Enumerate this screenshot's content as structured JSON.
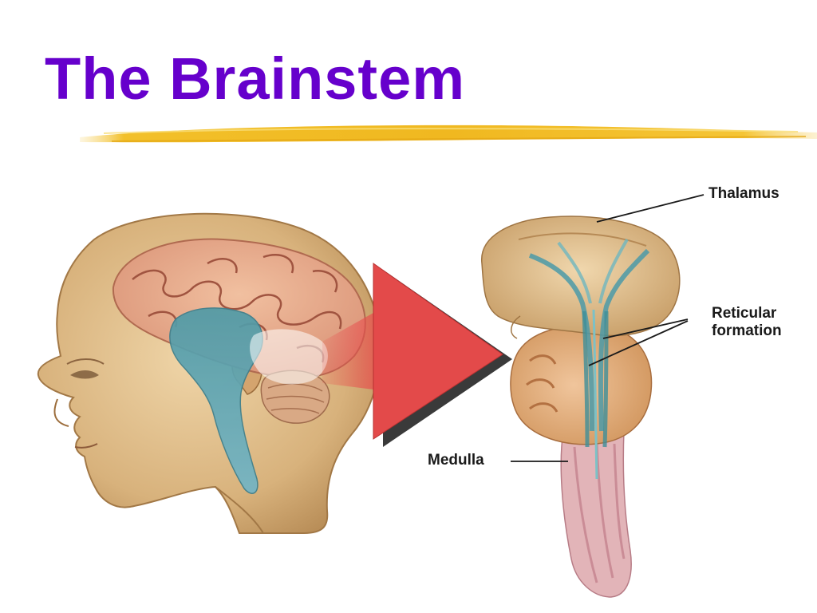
{
  "slide": {
    "title": "The Brainstem",
    "title_color": "#6600cc",
    "accent_color": "#f2c02a"
  },
  "diagram": {
    "labels": {
      "thalamus": "Thalamus",
      "reticular_line1": "Reticular",
      "reticular_line2": "formation",
      "medulla": "Medulla"
    }
  }
}
